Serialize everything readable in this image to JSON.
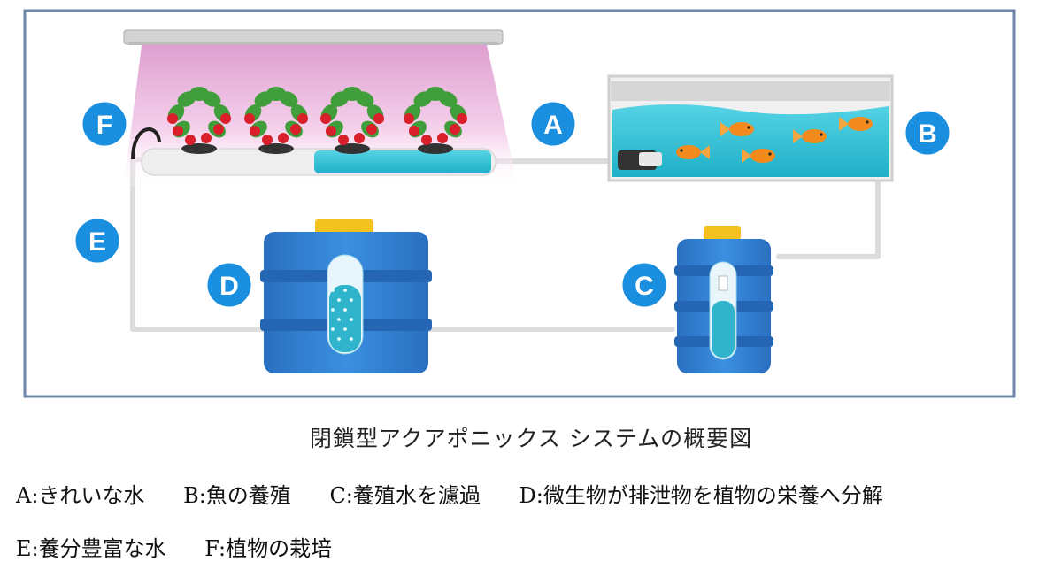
{
  "badges": {
    "a": "A",
    "b": "B",
    "c": "C",
    "d": "D",
    "e": "E",
    "f": "F"
  },
  "caption": "閉鎖型アクアポニックス システムの概要図",
  "legend": [
    "A:きれいな水",
    "B:魚の養殖",
    "C:養殖水を濾過",
    "D:微生物が排泄物を植物の栄養へ分解",
    "E:養分豊富な水",
    "F:植物の栽培"
  ],
  "colors": {
    "frame": "#6f86a8",
    "pipe": "#dcdcdc",
    "badge": "#1a8fe0",
    "grow_light": "#e6a8d6",
    "water": "#2fc6d8",
    "tank_blue": "#2f7fd0",
    "fish": "#f28a1e",
    "strawberry": "#d81f2a",
    "leaf": "#3f9e3a"
  }
}
